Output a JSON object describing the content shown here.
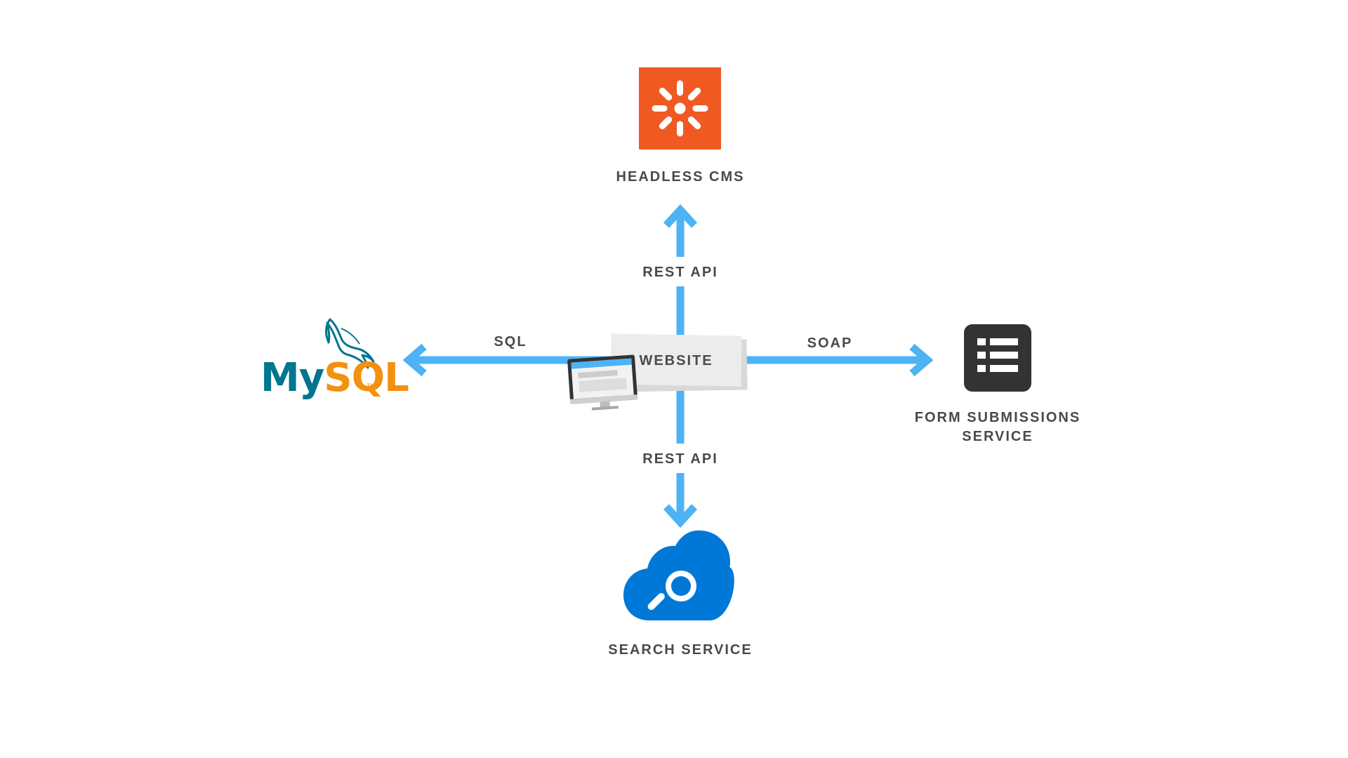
{
  "nodes": {
    "cms": {
      "label": "HEADLESS CMS",
      "color": "#f05a22"
    },
    "website": {
      "label": "WEBSITE"
    },
    "mysql": {
      "logo_text_my": "My",
      "logo_text_sql": "SQL",
      "logo_tm": "TM",
      "color_my": "#00758f",
      "color_sql": "#f29111"
    },
    "forms": {
      "label_line1": "FORM SUBMISSIONS",
      "label_line2": "SERVICE",
      "color": "#333333"
    },
    "search": {
      "label": "SEARCH SERVICE",
      "color": "#0078d7"
    }
  },
  "connections": {
    "to_cms": "REST API",
    "to_search": "REST API",
    "to_mysql": "SQL",
    "to_forms": "SOAP"
  },
  "colors": {
    "arrow": "#4db3f5",
    "text": "#4a4a4a"
  }
}
